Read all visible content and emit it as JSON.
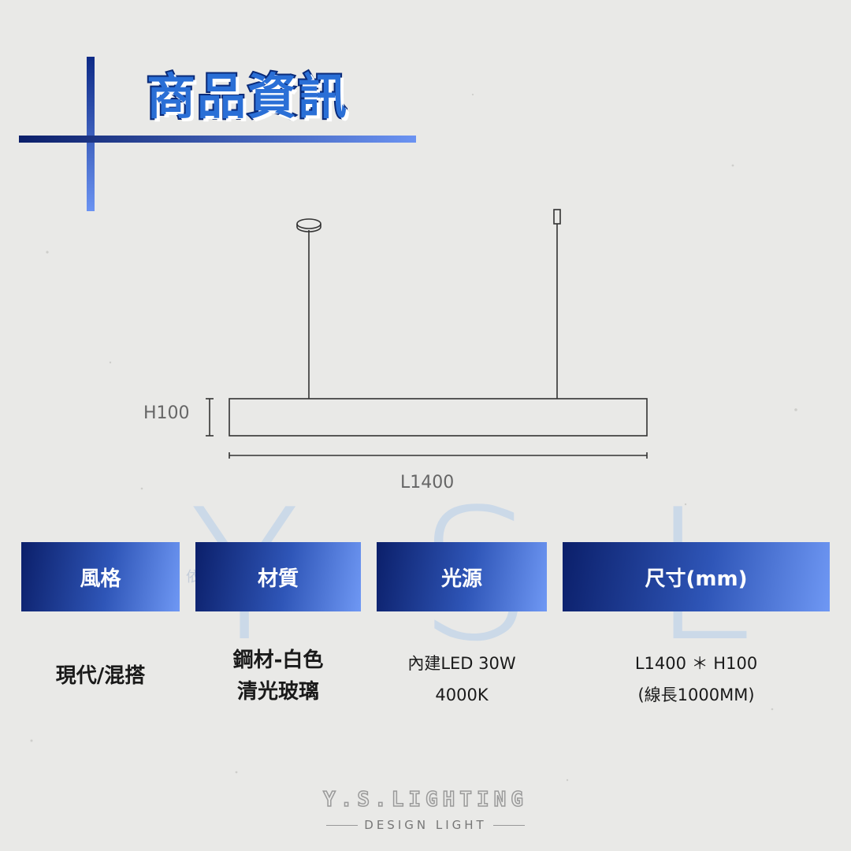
{
  "title": "商品資訊",
  "drawing": {
    "height_label": "H100",
    "length_label": "L1400",
    "line_color": "#333333"
  },
  "watermark": {
    "letters": "YSL",
    "subtext": "依       Y"
  },
  "specs": [
    {
      "header": "風格",
      "value_lines": [
        "現代/混搭"
      ]
    },
    {
      "header": "材質",
      "value_lines": [
        "鋼材-白色",
        "清光玻璃"
      ]
    },
    {
      "header": "光源",
      "value_lines": [
        "內建LED 30W",
        "4000K"
      ]
    },
    {
      "header": "尺寸(mm)",
      "value_lines": [
        "L1400 ＊ H100",
        "(線長1000MM)"
      ]
    }
  ],
  "brand": {
    "name": "Y.S.LIGHTING",
    "tagline": "DESIGN LIGHT"
  },
  "colors": {
    "accent_dark": "#0b1f6a",
    "accent_light": "#6f98f4",
    "title_fill": "#2a6fd6",
    "background": "#e9e9e7"
  }
}
